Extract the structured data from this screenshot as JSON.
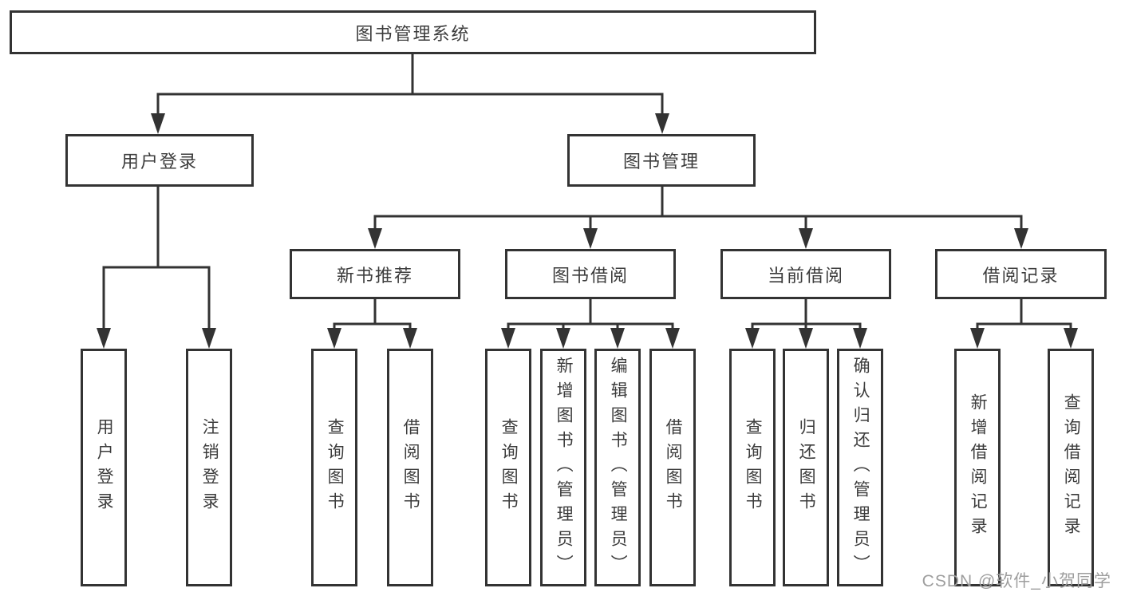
{
  "colors": {
    "background": "#ffffff",
    "line": "#333333",
    "text": "#3c3c3c",
    "watermark": "#9e9e9e"
  },
  "watermark": {
    "text": "CSDN @软件_小贺同学"
  },
  "tree": {
    "root": {
      "label": "图书管理系统",
      "children": [
        {
          "label": "用户登录",
          "children": [
            {
              "label": "用户登录"
            },
            {
              "label": "注销登录"
            }
          ]
        },
        {
          "label": "图书管理",
          "children": [
            {
              "label": "新书推荐",
              "children": [
                {
                  "label": "查询图书"
                },
                {
                  "label": "借阅图书"
                }
              ]
            },
            {
              "label": "图书借阅",
              "children": [
                {
                  "label": "查询图书"
                },
                {
                  "label": "新增图书（管理员）"
                },
                {
                  "label": "编辑图书（管理员）"
                },
                {
                  "label": "借阅图书"
                }
              ]
            },
            {
              "label": "当前借阅",
              "children": [
                {
                  "label": "查询图书"
                },
                {
                  "label": "归还图书"
                },
                {
                  "label": "确认归还（管理员）"
                }
              ]
            },
            {
              "label": "借阅记录",
              "children": [
                {
                  "label": "新增借阅记录"
                },
                {
                  "label": "查询借阅记录"
                }
              ]
            }
          ]
        }
      ]
    }
  }
}
